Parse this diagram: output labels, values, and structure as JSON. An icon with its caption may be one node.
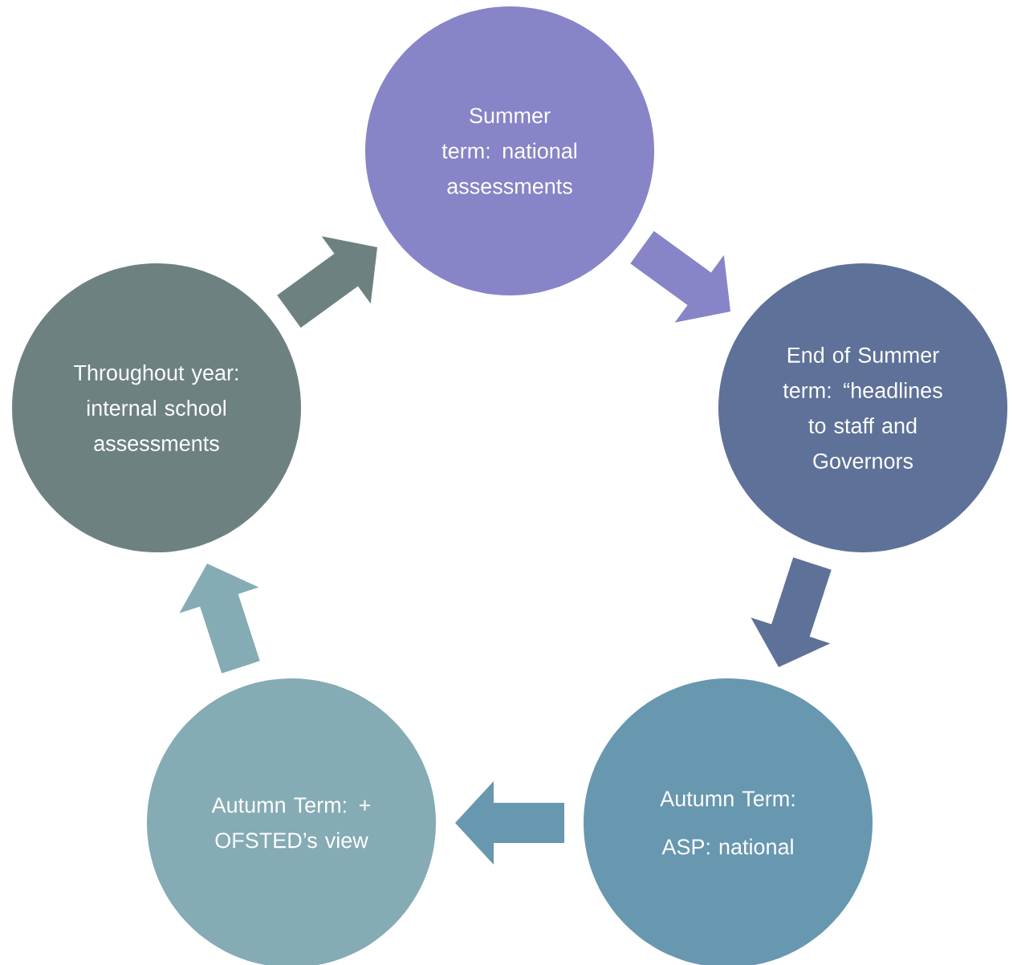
{
  "diagram": {
    "nodes": [
      {
        "text": [
          "Summer term: national assessments"
        ]
      },
      {
        "text": [
          "End of Summer term: “headlines to staff and Governors"
        ]
      },
      {
        "text": [
          "Autumn Term:",
          "ASP: national"
        ]
      },
      {
        "text": [
          "Autumn Term: + OFSTED’s view"
        ]
      },
      {
        "text": [
          "Throughout year: internal school assessments"
        ]
      }
    ],
    "edges": [
      {
        "from": 0,
        "to": 1,
        "arrow": "to",
        "color": "#8784c7"
      },
      {
        "from": 1,
        "to": 2,
        "arrow": "to",
        "color": "#5e7198"
      },
      {
        "from": 2,
        "to": 3,
        "arrow": "to",
        "color": "#6897b0"
      },
      {
        "from": 3,
        "to": 4,
        "arrow": "to",
        "color": "#85abb5"
      },
      {
        "from": 4,
        "to": 0,
        "arrow": "to",
        "color": "#6d8180"
      }
    ]
  }
}
